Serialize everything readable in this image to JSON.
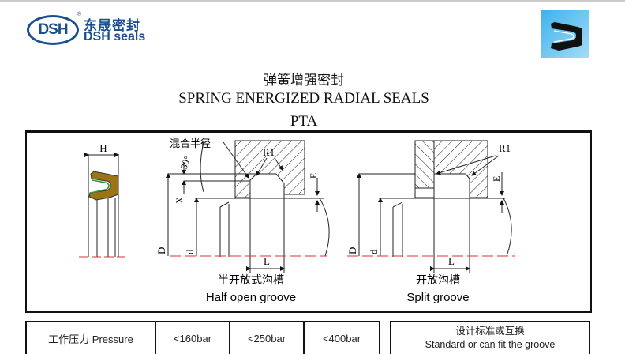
{
  "header": {
    "logo_mark": "DSH",
    "logo_cn": "东晟密封",
    "logo_en": "DSH seals",
    "product_icon": "u-cup-seal-profile-icon"
  },
  "title": {
    "cn": "弹簧增强密封",
    "en": "SPRING ENERGIZED RADIAL SEALS",
    "code": "PTA"
  },
  "drawing": {
    "profile_label": "H",
    "blend_radius_label": "混合半径",
    "angle_label": "30°",
    "r1_label": "R1",
    "x_label": "X",
    "e_label": "E",
    "d_outer_label": "D",
    "d_inner_label": "d",
    "l_label": "L",
    "groove_half_cn": "半开放式沟槽",
    "groove_half_en": "Half open groove",
    "groove_split_cn": "开放沟槽",
    "groove_split_en": "Split groove",
    "colors": {
      "seal": "#9a7416",
      "spring": "#2e9a3a",
      "centerline": "#e03030"
    }
  },
  "pressure_table": {
    "label": "工作压力 Pressure",
    "values": [
      "<160bar",
      "<250bar",
      "<400bar"
    ]
  },
  "standard_table": {
    "cn": "设计标准或互换",
    "en": "Standard or can fit the groove"
  }
}
